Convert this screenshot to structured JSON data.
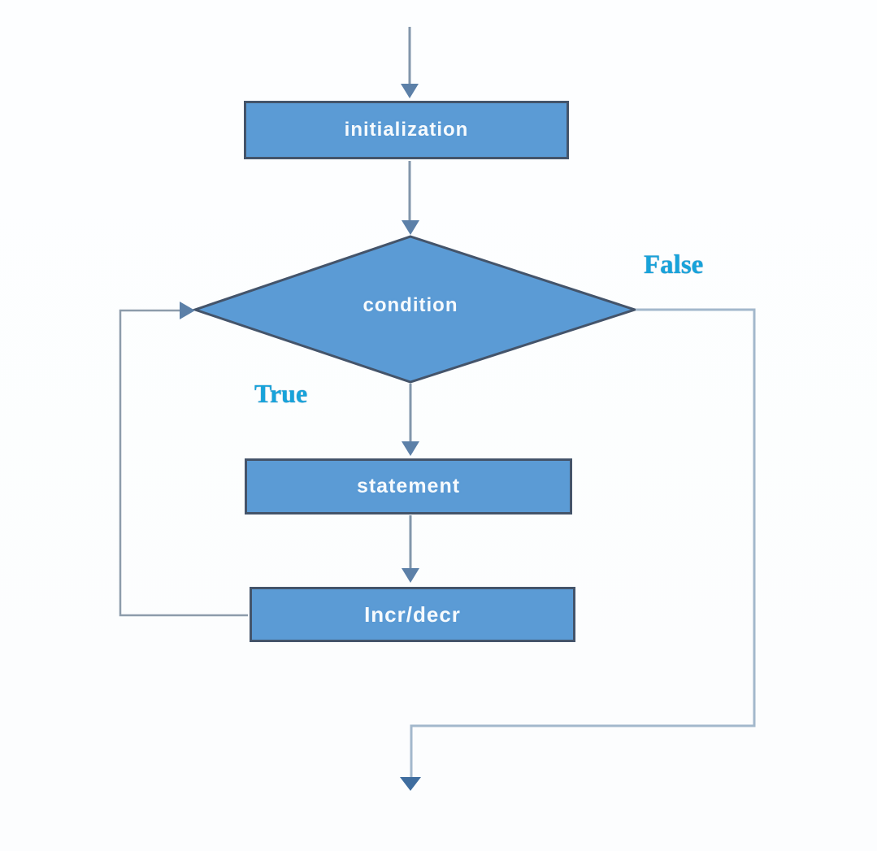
{
  "flowchart": {
    "nodes": {
      "initialization": "initialization",
      "condition": "condition",
      "statement": "statement",
      "incr_decr": "Incr/decr"
    },
    "branch_labels": {
      "true_label": "True",
      "false_label": "False"
    },
    "colors": {
      "node_fill": "#5b9bd5",
      "node_border": "#44546a",
      "node_text": "#f6fafd",
      "connector_line": "#8296ab",
      "arrowhead": "#5c80a8",
      "loop_back_line": "#8d9cab",
      "false_branch_line": "#a3b8cc",
      "branch_label_text": "#17a3da",
      "background": "#fdfeff"
    }
  }
}
